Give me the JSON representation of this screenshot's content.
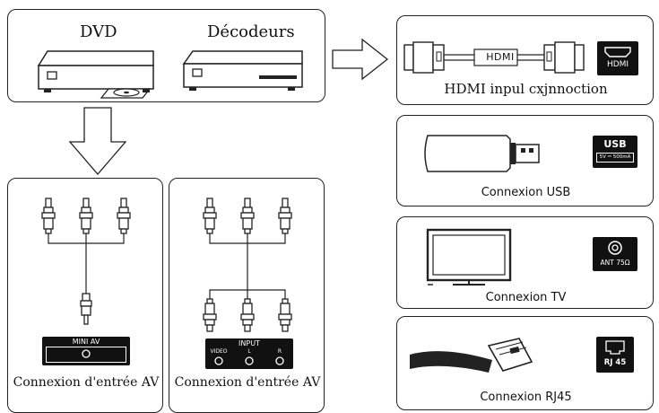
{
  "source_panel": {
    "dvd_label": "DVD",
    "decoder_label": "Décodeurs"
  },
  "hdmi_panel": {
    "cable_label": "HDMI",
    "badge_label": "HDMI",
    "caption": "HDMI inpul cxjnnoction"
  },
  "usb_panel": {
    "badge_title": "USB",
    "badge_sub": "5V ⎓ 500mA",
    "caption": "Connexion USB"
  },
  "tv_panel": {
    "badge_label": "ANT 75Ω",
    "caption": "Connexion TV"
  },
  "rj45_panel": {
    "badge_label": "RJ 45",
    "caption": "Connexion RJ45"
  },
  "av_mini_panel": {
    "port_label": "MINI AV",
    "caption": "Connexion d'entrée AV"
  },
  "av_input_panel": {
    "port_label": "INPUT",
    "jack_labels": [
      "VIDEO",
      "L",
      "R"
    ],
    "caption": "Connexion d'entrée AV"
  }
}
